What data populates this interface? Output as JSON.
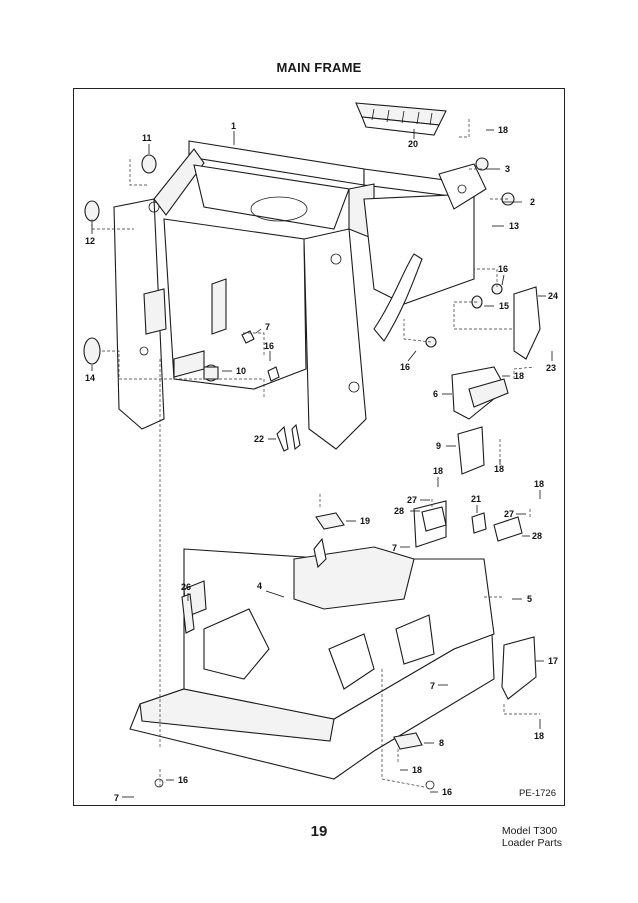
{
  "page": {
    "title": "MAIN FRAME",
    "page_number": "19",
    "model_line1": "Model T300",
    "model_line2": "Loader Parts",
    "drawing_code": "PE-1726"
  },
  "callouts": [
    "1",
    "2",
    "3",
    "4",
    "5",
    "6",
    "7",
    "8",
    "9",
    "10",
    "11",
    "12",
    "13",
    "14",
    "15",
    "16",
    "17",
    "18",
    "19",
    "20",
    "21",
    "22",
    "23",
    "24",
    "26",
    "27",
    "28"
  ]
}
